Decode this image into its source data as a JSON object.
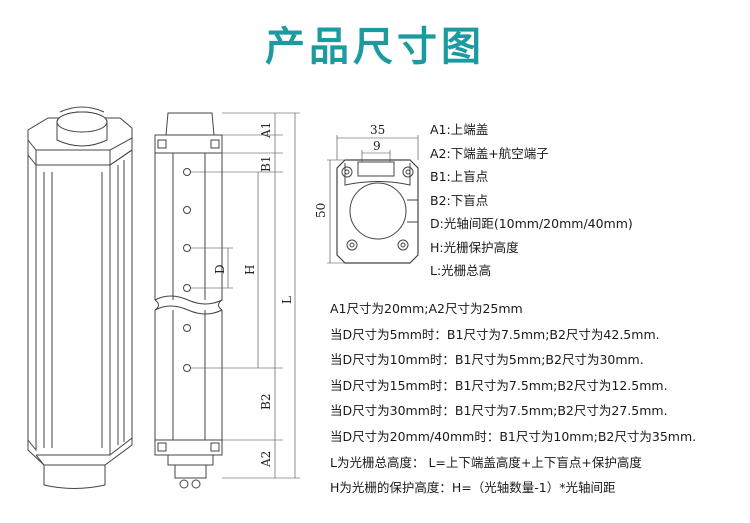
{
  "title": "产品尺寸图",
  "drawing": {
    "side_dims": [
      "A1",
      "B1",
      "D",
      "H",
      "L",
      "B2",
      "A2"
    ],
    "front_dims": {
      "width": "35",
      "inner": "9",
      "height": "50"
    }
  },
  "legend": [
    "A1:上端盖",
    "A2:下端盖+航空端子",
    "B1:上盲点",
    "B2:下盲点",
    "D:光轴间距(10mm/20mm/40mm)",
    "H:光栅保护高度",
    "L:光栅总高"
  ],
  "notes": [
    "A1尺寸为20mm;A2尺寸为25mm",
    "当D尺寸为5mm时：B1尺寸为7.5mm;B2尺寸为42.5mm.",
    "当D尺寸为10mm时：B1尺寸为5mm;B2尺寸为30mm.",
    "当D尺寸为15mm时：B1尺寸为7.5mm;B2尺寸为12.5mm.",
    "当D尺寸为30mm时：B1尺寸为7.5mm;B2尺寸为27.5mm.",
    "当D尺寸为20mm/40mm时：B1尺寸为10mm;B2尺寸为35mm.",
    "L为光栅总高度： L=上下端盖高度+上下盲点+保护高度",
    "H为光栅的保护高度：H=（光轴数量-1）*光轴间距"
  ],
  "colors": {
    "title": "#1b9aa0",
    "line": "#444444",
    "text": "#1a1a1a"
  }
}
